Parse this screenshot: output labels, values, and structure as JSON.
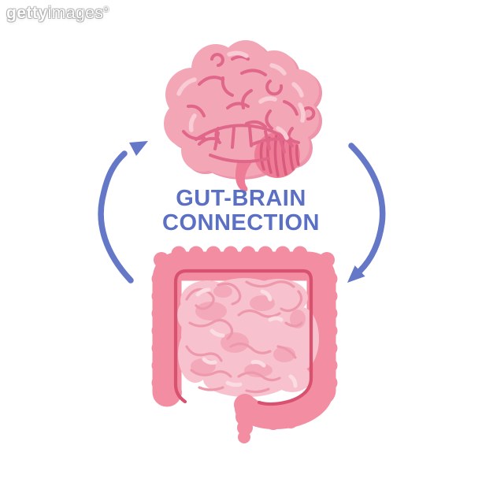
{
  "image": {
    "kind": "gut-brain connection infographic",
    "background_color": "#FFFFFF"
  },
  "watermark": {
    "brand_bold": "getty",
    "brand_light": "images",
    "registered_mark": "®"
  },
  "title": {
    "line1": "GUT-BRAIN",
    "line2": "CONNECTION",
    "color": "#5B70C4"
  },
  "cycle_arrows": {
    "color": "#6578C8",
    "left_arrow_direction": "up",
    "right_arrow_direction": "down"
  },
  "brain": {
    "label": "brain illustration",
    "fill_color": "#F3A6B6",
    "shade_color": "#EF95AB",
    "line_color": "#E0668A",
    "highlight_color": "#F9CCD5",
    "cerebellum_color": "#EE7C97",
    "cerebellum_stripe_color": "#D95A7C"
  },
  "intestines": {
    "label": "intestines illustration",
    "colon_color": "#F28DA2",
    "colon_inner_line_color": "#D8516F",
    "small_intestine_fill": "#F7C2CD",
    "small_intestine_shade": "#F4A9BA",
    "small_intestine_line": "#EE98AC",
    "small_intestine_highlight": "#FBDCE2"
  }
}
